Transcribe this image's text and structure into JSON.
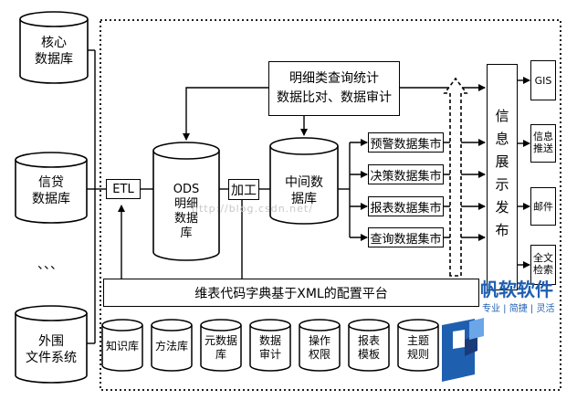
{
  "sources": [
    {
      "line1": "核心",
      "line2": "数据库"
    },
    {
      "line1": "信贷",
      "line2": "数据库"
    },
    {
      "line1": "、、、",
      "line2": ""
    },
    {
      "line1": "外围",
      "line2": "文件系统"
    }
  ],
  "etl_label": "ETL",
  "ods": {
    "line1": "ODS",
    "line2": "明细",
    "line3": "数据",
    "line4": "库"
  },
  "process_label": "加工",
  "middle_db": {
    "line1": "中间数",
    "line2": "据库"
  },
  "stats_box": {
    "line1": "明细类查询统计",
    "line2": "数据比对、数据审计"
  },
  "data_marts": [
    "预警数据集市",
    "决策数据集市",
    "报表数据集市",
    "查询数据集市"
  ],
  "publish_label": "信息展示发布",
  "outputs": [
    {
      "line1": "GIS",
      "line2": ""
    },
    {
      "line1": "信息",
      "line2": "推送"
    },
    {
      "line1": "邮件",
      "line2": ""
    },
    {
      "line1": "全文",
      "line2": "检索"
    }
  ],
  "config_platform": "维表代码字典基于XML的配置平台",
  "bottom_dbs": [
    {
      "line1": "知识库",
      "line2": ""
    },
    {
      "line1": "方法库",
      "line2": ""
    },
    {
      "line1": "元数据",
      "line2": "库"
    },
    {
      "line1": "数据",
      "line2": "审计"
    },
    {
      "line1": "操作",
      "line2": "权限"
    },
    {
      "line1": "报表",
      "line2": "模板"
    },
    {
      "line1": "主题",
      "line2": "规则"
    }
  ],
  "watermark_url": "http://blog.csdn.net/",
  "logo": {
    "name": "帆软软件",
    "slogan": "专业 | 简捷 | 灵活"
  },
  "colors": {
    "line": "#000000",
    "logo_blue": "#1f5fb0",
    "logo_dark": "#1a3a78"
  }
}
